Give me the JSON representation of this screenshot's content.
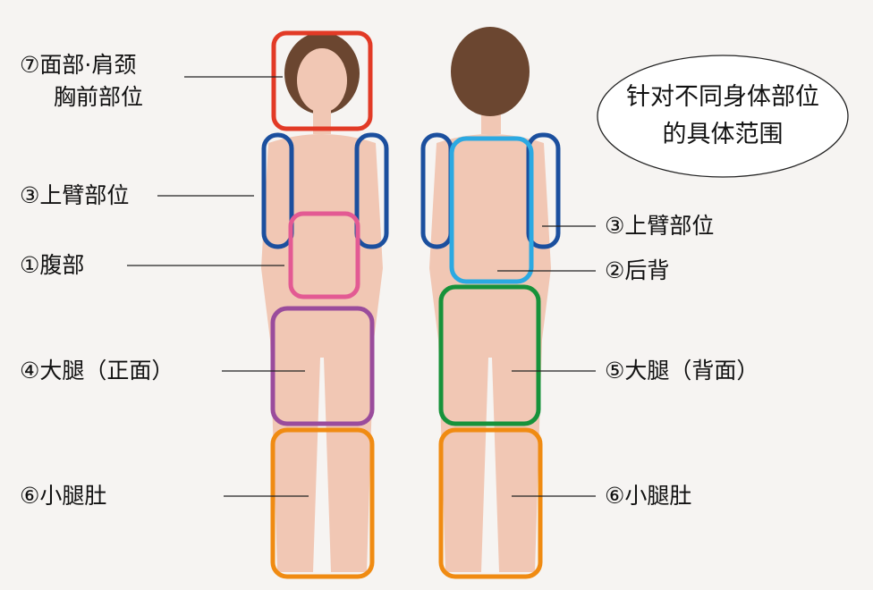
{
  "title": "针对不同身体部位的具体范围",
  "title_lines": [
    "针对不同身体部位",
    "的具体范围"
  ],
  "left_labels": [
    {
      "text": "⑦面部·肩颈",
      "sub": "胸前部位"
    },
    {
      "text": "③上臂部位"
    },
    {
      "text": "①腹部"
    },
    {
      "text": "④大腿（正面）"
    },
    {
      "text": "⑥小腿肚"
    }
  ],
  "right_labels": [
    {
      "text": "③上臂部位"
    },
    {
      "text": "②后背"
    },
    {
      "text": "⑤大腿（背面）"
    },
    {
      "text": "⑥小腿肚"
    }
  ],
  "colors": {
    "face": "#e23a26",
    "upper_arm": "#1b4f9e",
    "abdomen": "#e35a93",
    "thigh_front": "#9a4c9c",
    "calf": "#f08b12",
    "back": "#2ba9e2",
    "thigh_back": "#17923a",
    "skin": "#f1c7b4",
    "hair": "#6b4630"
  }
}
